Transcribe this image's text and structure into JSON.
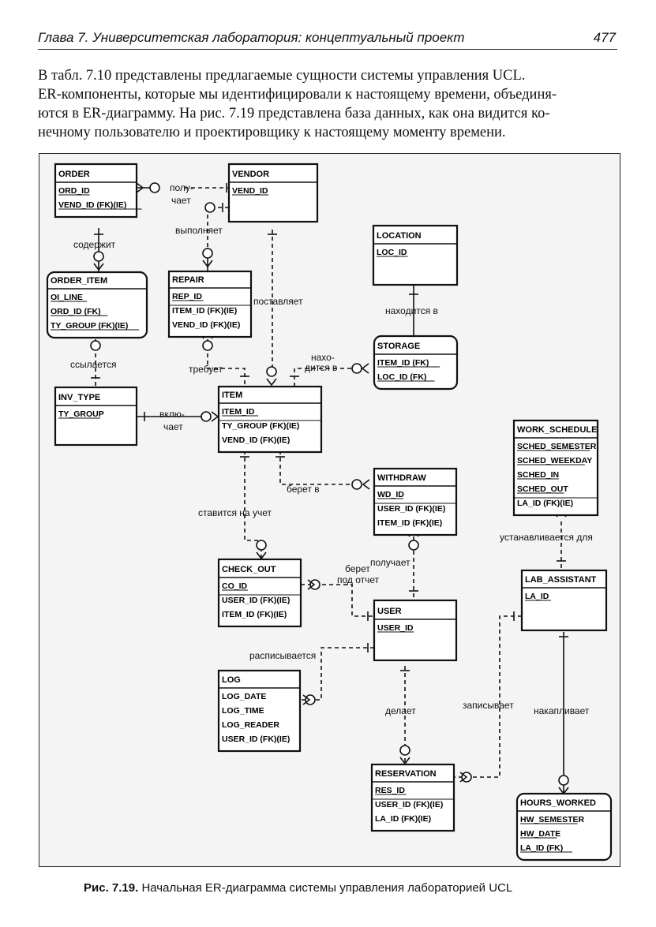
{
  "header": {
    "title": "Глава 7. Университетская лаборатория: концептуальный проект",
    "page": "477"
  },
  "intro_lines": [
    "В табл. 7.10 представлены предлагаемые сущности системы управления UCL.",
    "ER-компоненты, которые мы идентифицировали к настоящему времени, объединя-",
    "ются в ER-диаграмму. На рис. 7.19 представлена база данных, как она видится ко-",
    "нечному пользователю и проектировщику к настоящему моменту времени."
  ],
  "caption": {
    "label": "Рис. 7.19.",
    "text": "Начальная ER-диаграмма системы управления лабораторией UCL"
  },
  "diagram": {
    "entities": [
      {
        "name": "ORDER",
        "attrs": [
          "ORD_ID",
          "VEND_ID (FK)(IE)"
        ]
      },
      {
        "name": "VENDOR",
        "attrs": [
          "VEND_ID"
        ]
      },
      {
        "name": "ORDER_ITEM",
        "attrs": [
          "OI_LINE",
          "ORD_ID (FK)",
          "TY_GROUP (FK)(IE)"
        ]
      },
      {
        "name": "REPAIR",
        "attrs": [
          "REP_ID",
          "ITEM_ID (FK)(IE)",
          "VEND_ID (FK)(IE)"
        ]
      },
      {
        "name": "LOCATION",
        "attrs": [
          "LOC_ID"
        ]
      },
      {
        "name": "STORAGE",
        "attrs": [
          "ITEM_ID (FK)",
          "LOC_ID (FK)"
        ]
      },
      {
        "name": "INV_TYPE",
        "attrs": [
          "TY_GROUP"
        ]
      },
      {
        "name": "ITEM",
        "attrs": [
          "ITEM_ID",
          "TY_GROUP (FK)(IE)",
          "VEND_ID (FK)(IE)"
        ]
      },
      {
        "name": "WORK_SCHEDULE",
        "attrs": [
          "SCHED_SEMESTER",
          "SCHED_WEEKDAY",
          "SCHED_IN",
          "SCHED_OUT",
          "LA_ID (FK)(IE)"
        ]
      },
      {
        "name": "WITHDRAW",
        "attrs": [
          "WD_ID",
          "USER_ID (FK)(IE)",
          "ITEM_ID (FK)(IE)"
        ]
      },
      {
        "name": "CHECK_OUT",
        "attrs": [
          "CO_ID",
          "USER_ID (FK)(IE)",
          "ITEM_ID (FK)(IE)"
        ]
      },
      {
        "name": "LAB_ASSISTANT",
        "attrs": [
          "LA_ID"
        ]
      },
      {
        "name": "USER",
        "attrs": [
          "USER_ID"
        ]
      },
      {
        "name": "LOG",
        "attrs": [
          "LOG_DATE",
          "LOG_TIME",
          "LOG_READER",
          "USER_ID (FK)(IE)"
        ]
      },
      {
        "name": "RESERVATION",
        "attrs": [
          "RES_ID",
          "USER_ID (FK)(IE)",
          "LA_ID (FK)(IE)"
        ]
      },
      {
        "name": "HOURS_WORKED",
        "attrs": [
          "HW_SEMESTER",
          "HW_DATE",
          "LA_ID (FK)"
        ]
      }
    ],
    "relationships": {
      "poluchaet_1": "полу-",
      "poluchaet_2": "чает",
      "vypolnyaet": "выполняет",
      "soderzhit": "содержит",
      "postavlyaet": "поставляет",
      "naxoditsya_v": "находится в",
      "naxo": "нахо-",
      "ditsya_v": "дится в",
      "ssylaetsya": "ссылается",
      "trebuet": "требует",
      "vklyu": "вклю-",
      "chaet": "чает",
      "beret_v": "берет в",
      "stavitsya": "ставится на учет",
      "ustanavlivaetsya": "устанавливается для",
      "beret": "берет",
      "pod_otchet": "под отчет",
      "poluchaet": "получает",
      "raspisyvaetsya": "расписывается",
      "delaet": "делает",
      "zapisyvaet": "записывает",
      "nakaplivaet": "накапливает"
    }
  }
}
